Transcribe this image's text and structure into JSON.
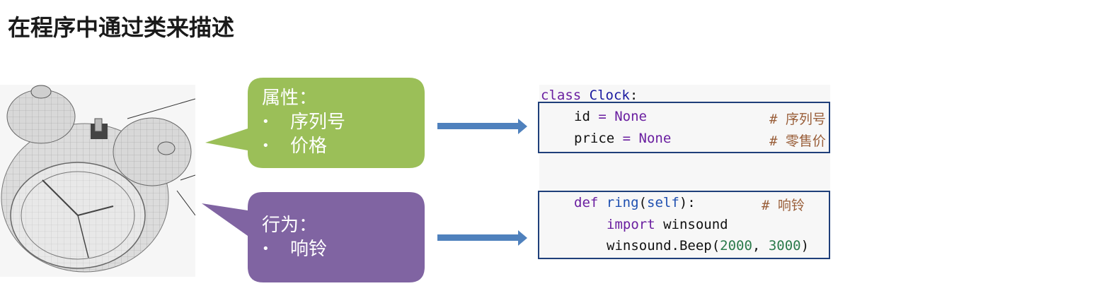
{
  "page": {
    "title": "在程序中通过类来描述"
  },
  "attributes_bubble": {
    "heading": "属性：",
    "items": [
      "序列号",
      "价格"
    ],
    "color": "#9bbf58"
  },
  "behavior_bubble": {
    "heading": "行为：",
    "items": [
      "响铃"
    ],
    "color": "#8064a2"
  },
  "arrow_color": "#4f81bd",
  "code": {
    "class_kw": "class",
    "class_name": "Clock",
    "colon": ":",
    "line_id_name": "id",
    "line_id_eq": " = ",
    "line_id_val": "None",
    "line_id_comment": "# 序列号",
    "line_price_name": "price",
    "line_price_eq": " = ",
    "line_price_val": "None",
    "line_price_comment": "# 零售价",
    "def_kw": "def",
    "fn_name": "ring",
    "fn_args_open": "(",
    "fn_self": "self",
    "fn_args_close": "):",
    "fn_comment": "# 响铃",
    "import_kw": "import",
    "import_mod": " winsound",
    "beep_call": "winsound.Beep(",
    "beep_arg1": "2000",
    "beep_sep": ", ",
    "beep_arg2": "3000",
    "beep_close": ")"
  }
}
